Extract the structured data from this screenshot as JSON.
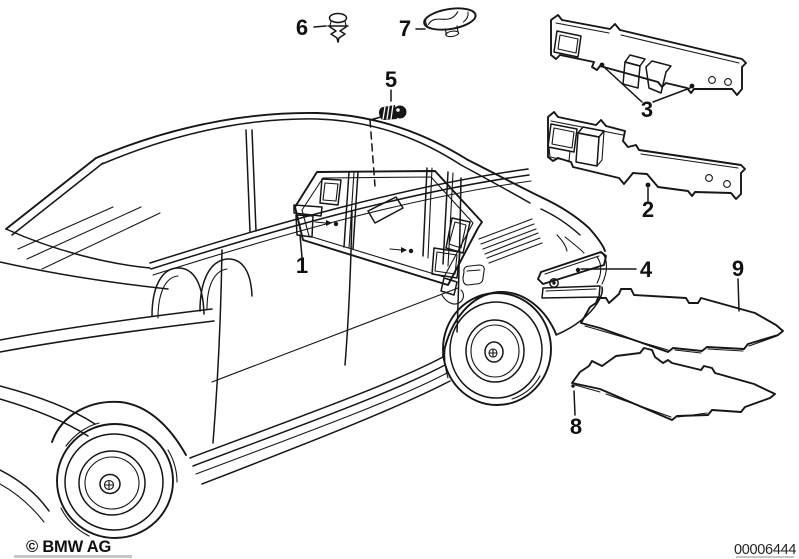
{
  "colors": {
    "ink": "#161616",
    "paper": "#ffffff"
  },
  "callouts": [
    {
      "label": "1"
    },
    {
      "label": "2"
    },
    {
      "label": "3"
    },
    {
      "label": "4"
    },
    {
      "label": "5"
    },
    {
      "label": "6"
    },
    {
      "label": "7"
    },
    {
      "label": "8"
    },
    {
      "label": "9"
    }
  ],
  "footer": {
    "copyright": "© BMW AG",
    "document_number": "00006444"
  }
}
